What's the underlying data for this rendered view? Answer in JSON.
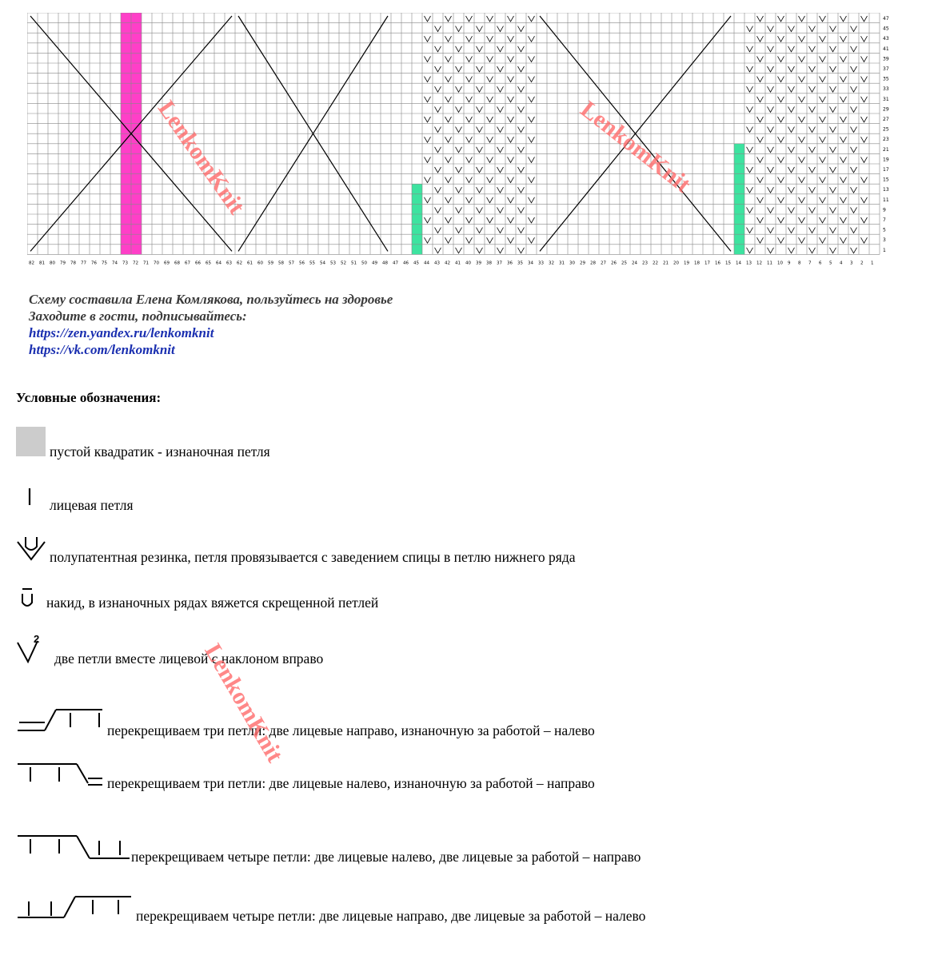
{
  "chart": {
    "col_start": 82,
    "col_end": 1,
    "row_numbers": [
      "47",
      "45",
      "43",
      "41",
      "39",
      "37",
      "35",
      "33",
      "31",
      "29",
      "27",
      "25",
      "23",
      "21",
      "19",
      "17",
      "15",
      "13",
      "11",
      "9",
      "7",
      "5",
      "3",
      "1"
    ],
    "highlight_colors": {
      "magenta": "#ff3fc8",
      "green": "#3de3a0"
    }
  },
  "credits": {
    "line1": "Схему составила Елена Комлякова, пользуйтесь на здоровье",
    "line2": "Заходите в гости, подписывайтесь:",
    "link1": "https://zen.yandex.ru/lenkomknit",
    "link2": "https://vk.com/lenkomknit"
  },
  "legend": {
    "title": "Условные обозначения:",
    "items": [
      {
        "icon": "purl-square-icon",
        "text": "пустой квадратик -   изнаночная петля"
      },
      {
        "icon": "knit-stitch-icon",
        "text": "лицевая петля"
      },
      {
        "icon": "half-fisherman-rib-icon",
        "text": "полупатентная резинка, петля провязывается с заведением спицы в петлю нижнего ряда"
      },
      {
        "icon": "yarn-over-icon",
        "text": "накид, в изнаночных рядах вяжется  скрещенной петлей"
      },
      {
        "icon": "k2tog-right-icon",
        "text": "две петли вместе лицевой с наклоном вправо"
      },
      {
        "icon": "cross3-right-icon",
        "text": "перекрещиваем три петли: две лицевые направо, изнаночную за работой – налево"
      },
      {
        "icon": "cross3-left-icon",
        "text": "перекрещиваем три петли: две лицевые налево, изнаночную за работой – направо"
      },
      {
        "icon": "cross4-left-icon",
        "text": "перекрещиваем четыре петли: две лицевые налево, две лицевые  за работой – направо"
      },
      {
        "icon": "cross4-right-icon",
        "text": "перекрещиваем четыре  петли: две лицевые направо, две лицевые за работой – налево"
      }
    ]
  },
  "watermark": {
    "text": "LenkomKnit"
  }
}
